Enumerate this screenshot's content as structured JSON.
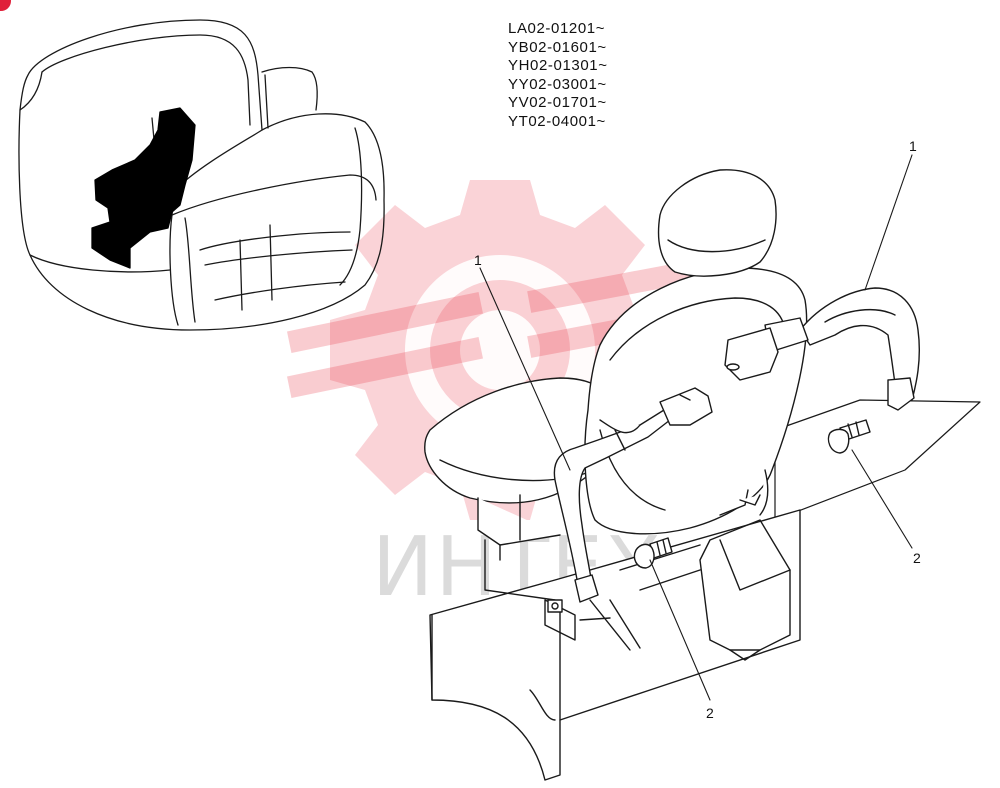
{
  "serial_ranges": [
    "LA02-01201~",
    "YB02-01601~",
    "YH02-01301~",
    "YY02-03001~",
    "YV02-01701~",
    "YT02-04001~"
  ],
  "callouts": {
    "belt_left": "1",
    "belt_right": "1",
    "bolt_left": "2",
    "bolt_right": "2"
  },
  "watermark": {
    "text": "ИНТЕХ",
    "color": "#e83848"
  },
  "colors": {
    "line": "#1a1a1a",
    "fill_black": "#000000",
    "badge": "#e0203a"
  }
}
